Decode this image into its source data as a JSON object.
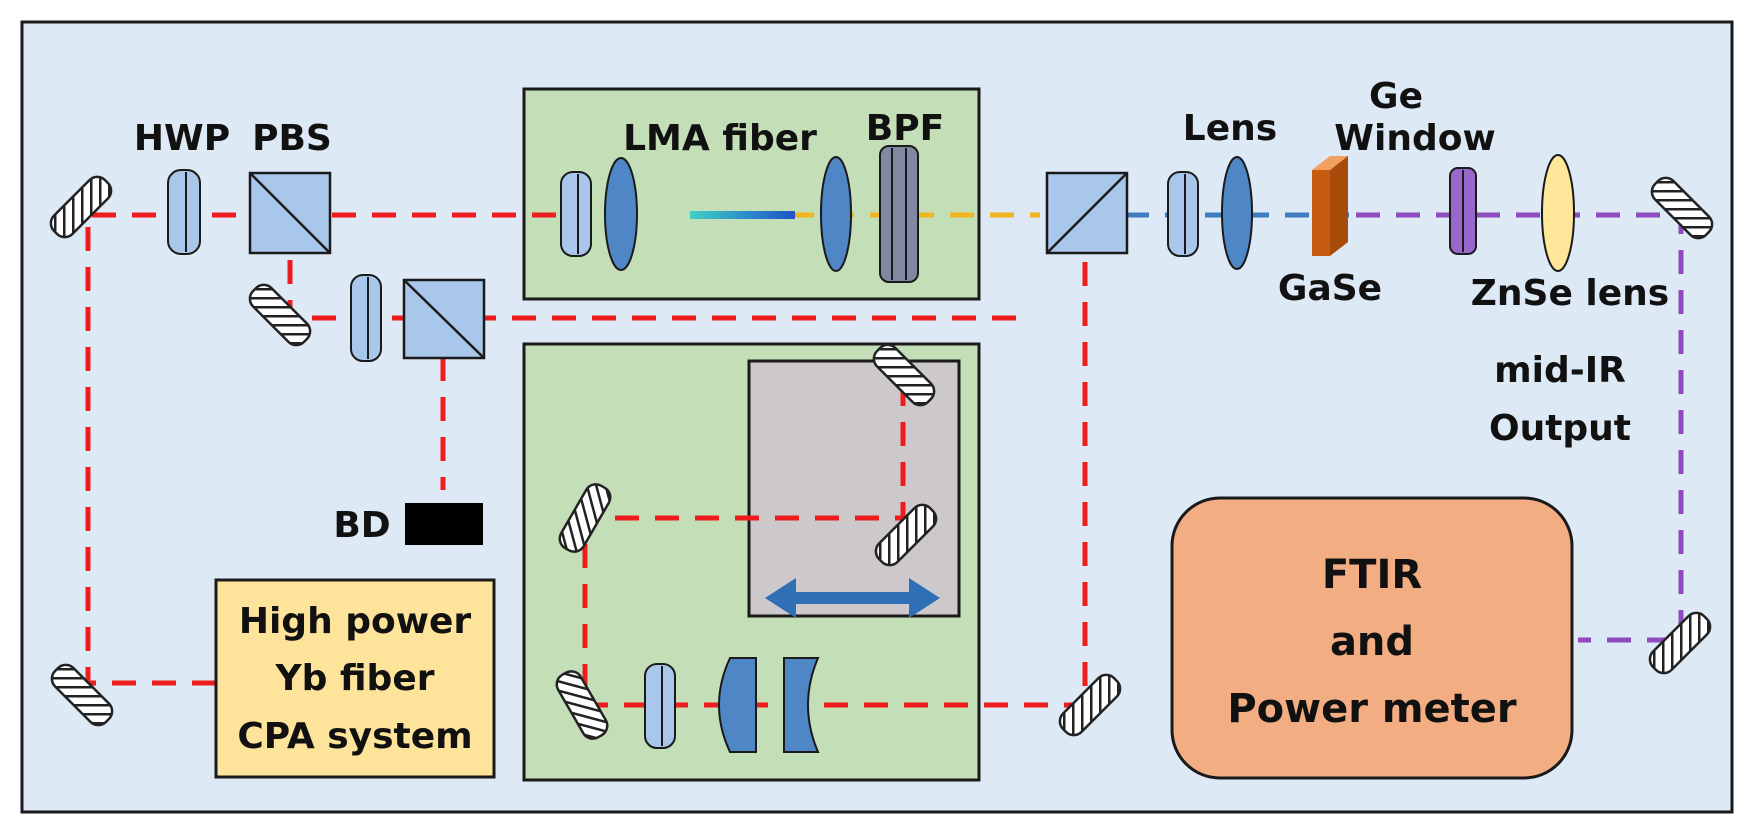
{
  "colors": {
    "background": "#dde9f5",
    "frame": "#1a1a1a",
    "green_box": "#c4dfb8",
    "gray_box": "#cdc8cb",
    "laser_yb": "#ee1c1c",
    "beam_bpf": "#f0b41e",
    "beam_blue": "#3d7cc0",
    "beam_midir": "#8e4cc0",
    "optic_light": "#a9c7ea",
    "optic_dark": "#4f86c6",
    "ftir_box": "#f2ad82",
    "yb_box": "#fde49a",
    "gase": "#c55a11",
    "ge_window": "#9966cc",
    "znse_lens": "#ffe699",
    "stage_arrow": "#2e6fb5",
    "beam_dump": "#000000"
  },
  "labels": {
    "hwp": "HWP",
    "pbs": "PBS",
    "lma_fiber": "LMA fiber",
    "bpf": "BPF",
    "lens": "Lens",
    "ge_line1": "Ge",
    "ge_line2": "Window",
    "gase": "GaSe",
    "znse_lens": "ZnSe lens",
    "midir_line1": "mid-IR",
    "midir_line2": "Output",
    "bd": "BD",
    "yb_line1": "High power",
    "yb_line2": "Yb fiber",
    "yb_line3": "CPA system",
    "ftir_line1": "FTIR",
    "ftir_line2": "and",
    "ftir_line3": "Power meter"
  },
  "icons": {
    "mirror": "hatched-mirror-icon",
    "beam_splitter": "cube-beam-splitter-icon",
    "waveplate": "waveplate-icon",
    "lens": "lens-icon",
    "beam_dump": "beam-dump-icon",
    "translation_stage": "double-arrow-icon"
  }
}
